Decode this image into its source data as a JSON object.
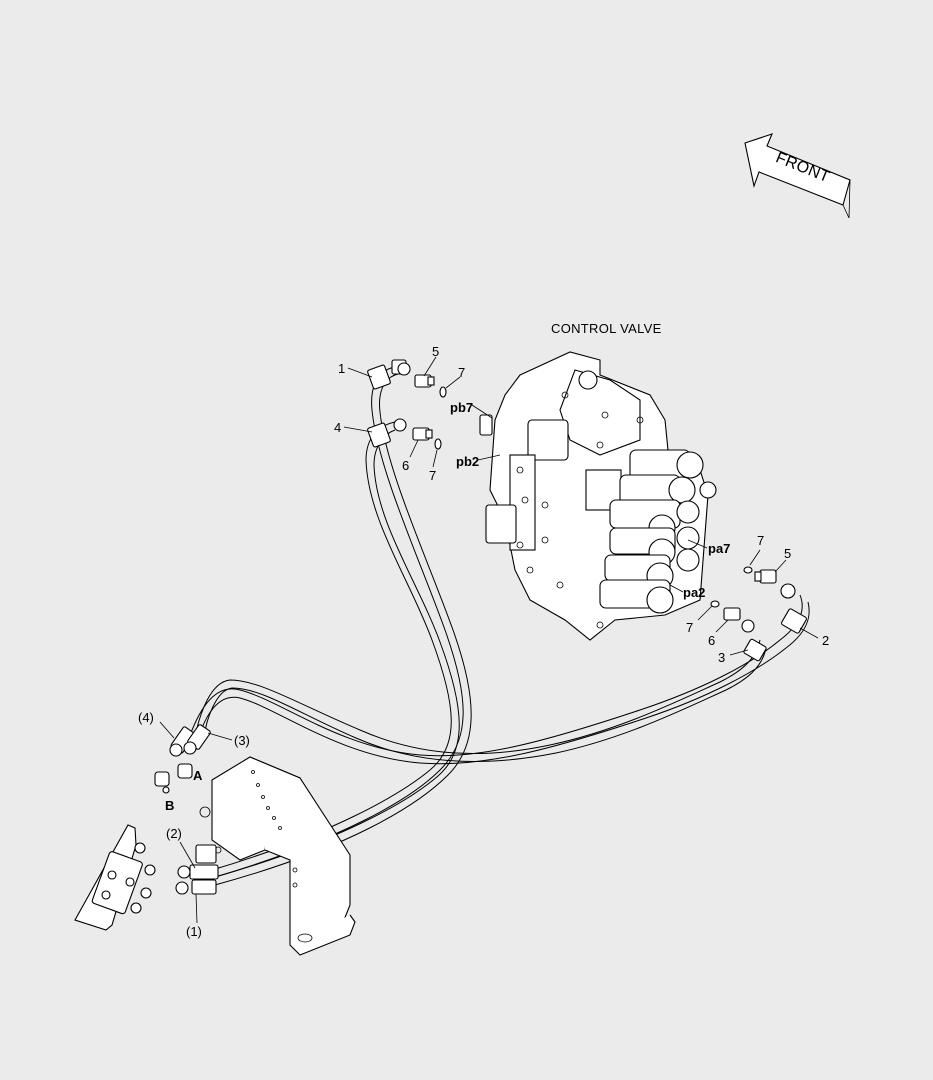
{
  "title": "CONTROL VALVE",
  "front_arrow": {
    "label": "FRONT"
  },
  "callouts": {
    "n1": "1",
    "n2": "2",
    "n3": "3",
    "n4": "4",
    "n5a": "5",
    "n5b": "5",
    "n6a": "6",
    "n6b": "6",
    "n7a": "7",
    "n7b": "7",
    "n7c": "7",
    "n7d": "7",
    "p1": "(1)",
    "p2": "(2)",
    "p3": "(3)",
    "p4": "(4)"
  },
  "ports": {
    "pb7": "pb7",
    "pb2": "pb2",
    "pa7": "pa7",
    "pa2": "pa2",
    "A": "A",
    "B": "B"
  }
}
